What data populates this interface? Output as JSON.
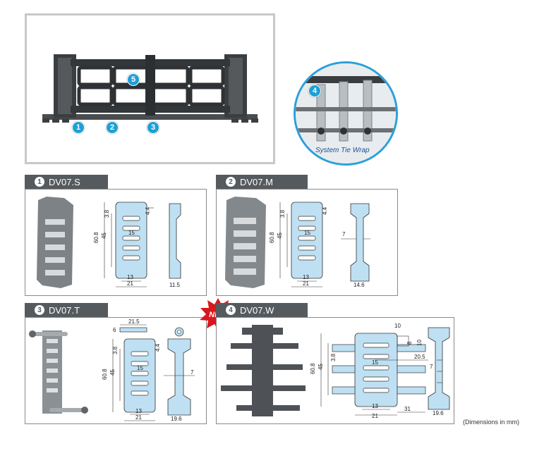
{
  "overview": {
    "markers": [
      "1",
      "2",
      "3",
      "5"
    ]
  },
  "detail": {
    "marker": "4",
    "label": "System Tie Wrap"
  },
  "new_badge": "NEW",
  "panels": [
    {
      "num": "1",
      "title": "DV07.S",
      "dims": {
        "top": "4.4",
        "gap": "3.8",
        "inner": "15",
        "h1": "60.8",
        "h2": "45",
        "w1": "13",
        "w2": "21",
        "side": "11.5"
      }
    },
    {
      "num": "2",
      "title": "DV07.M",
      "dims": {
        "top": "4.4",
        "gap": "3.8",
        "inner": "15",
        "h1": "60.8",
        "h2": "45",
        "w1": "13",
        "w2": "21",
        "side": "14.6",
        "web": "7"
      }
    },
    {
      "num": "3",
      "title": "DV07.T",
      "dims": {
        "pin_l": "21.5",
        "pin_h": "6",
        "top": "4.4",
        "gap": "3.8",
        "inner": "15",
        "h1": "60.8",
        "h2": "45",
        "w1": "13",
        "w2": "21",
        "side": "19.6",
        "web": "7"
      }
    },
    {
      "num": "4",
      "title": "DV07.W",
      "dims": {
        "tab_w": "10",
        "tab_h": "8",
        "tab_h2": "10",
        "arm": "20.5",
        "inner": "15",
        "gap": "3.8",
        "h1": "60.8",
        "h2": "45",
        "w1": "13",
        "w2": "21",
        "ext": "31",
        "side": "19.6",
        "web": "7"
      }
    }
  ],
  "footnote": "(Dimensions in mm)"
}
